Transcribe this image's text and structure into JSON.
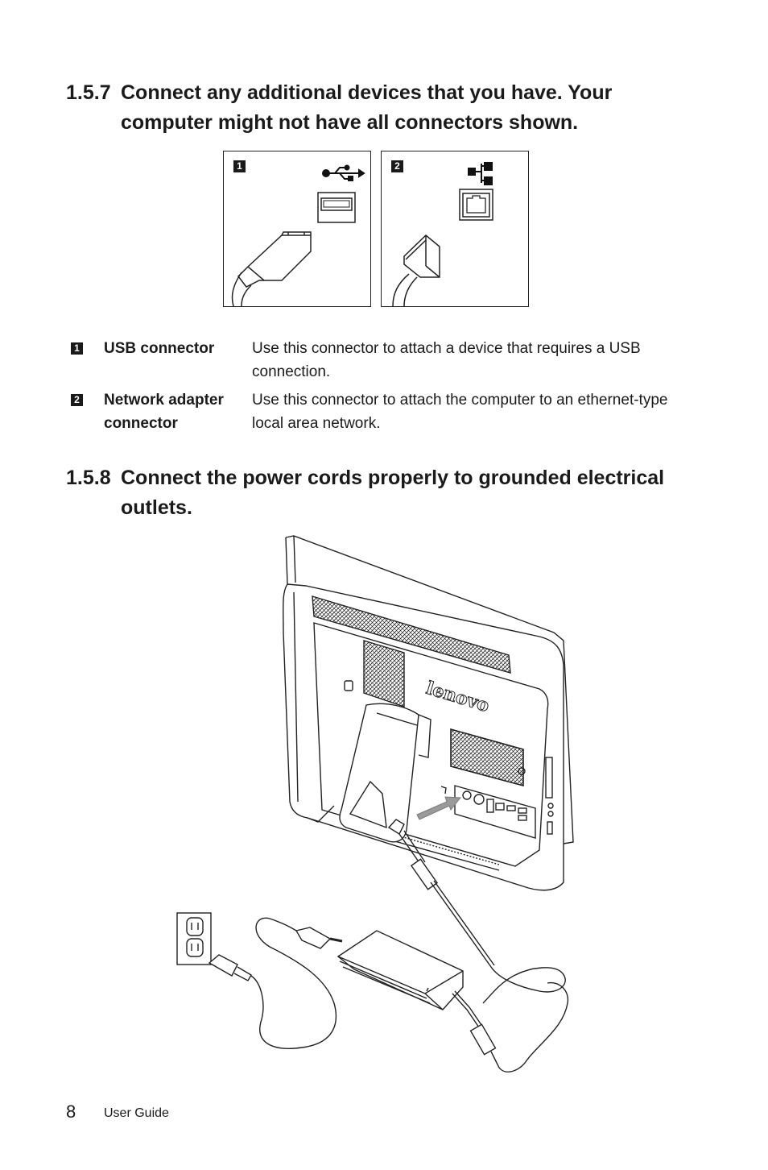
{
  "sections": {
    "s157": {
      "number": "1.5.7",
      "title": "Connect any additional devices that you have. Your computer might not have all connectors shown."
    },
    "s158": {
      "number": "1.5.8",
      "title": "Connect the power cords properly to grounded electrical outlets."
    }
  },
  "figure_connectors": {
    "panels": [
      {
        "badge": "1",
        "icon": "usb-icon"
      },
      {
        "badge": "2",
        "icon": "network-icon"
      }
    ]
  },
  "connectors": [
    {
      "badge": "1",
      "name": "USB connector",
      "description": "Use this connector to attach a device that requires a USB connection."
    },
    {
      "badge": "2",
      "name": "Network adapter connector",
      "description": "Use this connector to attach the computer to an ethernet-type local area network."
    }
  ],
  "figure_power": {
    "brand_text": "lenovo"
  },
  "footer": {
    "page_number": "8",
    "label": "User Guide"
  }
}
